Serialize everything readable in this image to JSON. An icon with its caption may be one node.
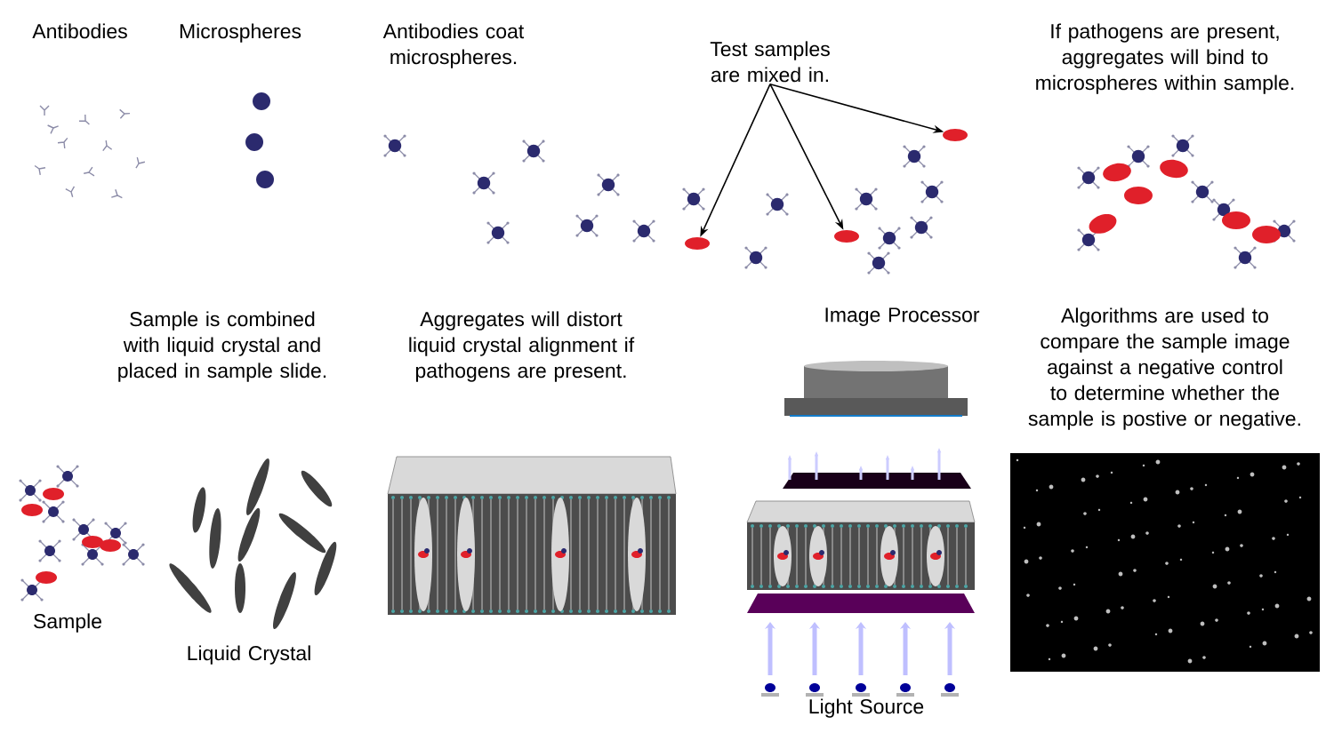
{
  "diagram": {
    "nodes": [
      {
        "text": [
          "Test samples are mixed in."
        ]
      },
      {
        "text": [],
        "shape": "ellipse"
      },
      {
        "text": [],
        "shape": "ellipse"
      },
      {
        "text": [],
        "shape": "ellipse"
      }
    ],
    "edges": [
      {
        "from": 0,
        "to": 1,
        "arrow": "to"
      },
      {
        "from": 0,
        "to": 2,
        "arrow": "to"
      },
      {
        "from": 0,
        "to": 3,
        "arrow": "to"
      }
    ],
    "labels": [
      "Antibodies",
      "Microspheres",
      "Antibodies coat microspheres.",
      "If pathogens are present, aggregates will bind to microspheres within sample.",
      "Sample is combined with liquid crystal and placed in sample slide.",
      "Aggregates will distort liquid crystal alignment if pathogens are present.",
      "Image Processor",
      "Algorithms are used to compare the sample image against a negative control to determine whether the sample is postive or negative.",
      "Sample",
      "Liquid Crystal",
      "Light Source"
    ]
  }
}
